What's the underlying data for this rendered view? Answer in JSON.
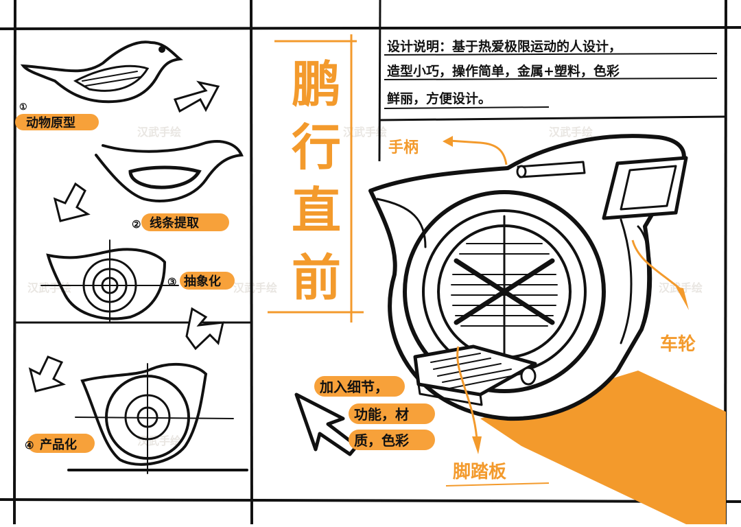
{
  "title": "鹏行直前",
  "title_chars": [
    "鹏",
    "行",
    "直",
    "前"
  ],
  "description": {
    "lines": [
      "设计说明：基于热爱极限运动的人设计，",
      "造型小巧，操作简单，金属+塑料，色彩",
      "鲜丽，方便设计。"
    ]
  },
  "steps": [
    {
      "number": "①",
      "label": "动物原型"
    },
    {
      "number": "②",
      "label": "线条提取"
    },
    {
      "number": "③",
      "label": "抽象化"
    },
    {
      "number": "④",
      "label": "产品化"
    }
  ],
  "callouts": {
    "handle": "手柄",
    "wheel": "车轮",
    "pedal": "脚踏板",
    "details": [
      "加入细节，",
      "功能，材",
      "质，色彩"
    ]
  },
  "watermark": "汉武手绘",
  "colors": {
    "accent": "#f39a2c",
    "ink": "#111111",
    "paper": "#ffffff",
    "highlight": "#f7a13a"
  }
}
